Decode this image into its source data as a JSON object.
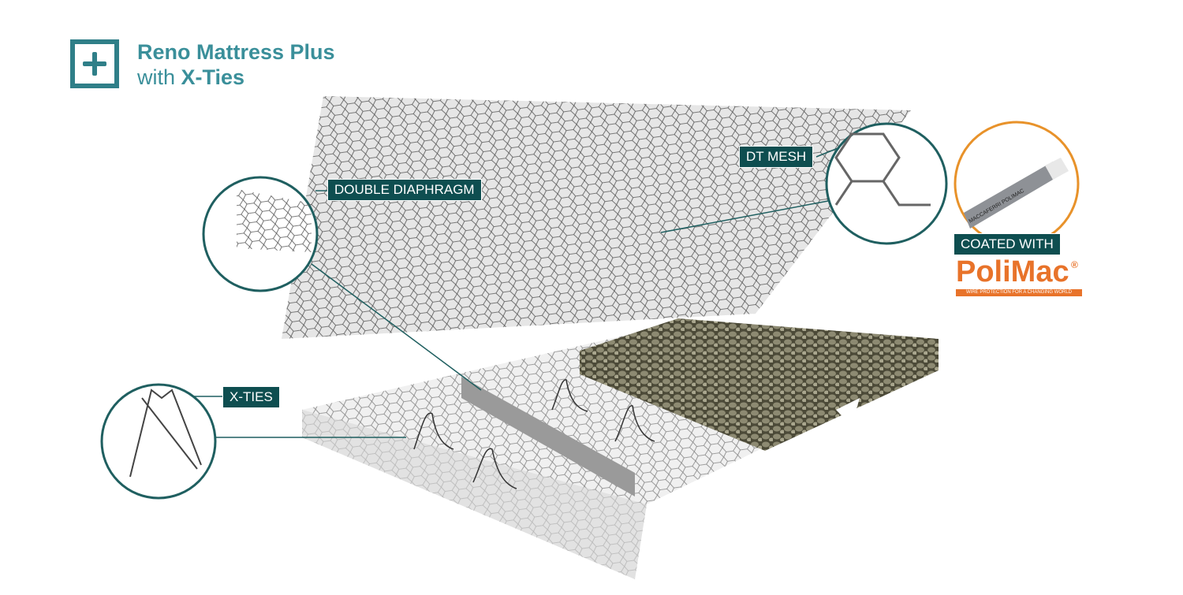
{
  "title": {
    "line1": "Reno Mattress Plus",
    "line2_prefix": "with ",
    "line2_bold": "X-Ties"
  },
  "labels": {
    "double_diaphragm": "DOUBLE DIAPHRAGM",
    "dt_mesh": "DT MESH",
    "x_ties": "X-TIES",
    "coated_with": "COATED WITH"
  },
  "brand": {
    "name": "PoliMac",
    "registered": "®",
    "tagline": "WIRE PROTECTION FOR A CHANGING WORLD",
    "wire_print": "MACCAFERRI POLIMAC"
  },
  "colors": {
    "title": "#3a8f9a",
    "label_bg": "#0e4e50",
    "callout_line": "#1f5f60",
    "brand_orange": "#e8732a",
    "circle_orange": "#e8922a"
  }
}
